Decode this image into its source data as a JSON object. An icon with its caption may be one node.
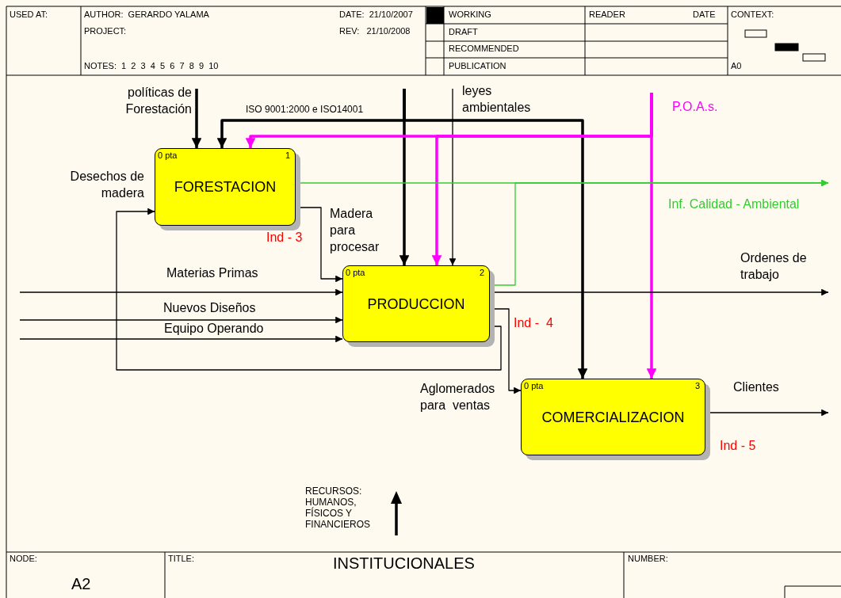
{
  "diagram": {
    "title": "INSTITUCIONALES",
    "nodes": [
      {
        "text": [
          "0 pta",
          "1",
          "FORESTACION"
        ],
        "beside": [
          "Ind - 3"
        ]
      },
      {
        "text": [
          "0 pta",
          "2",
          "PRODUCCION"
        ],
        "beside": [
          "Ind -  4"
        ]
      },
      {
        "text": [
          "0 pta",
          "3",
          "COMERCIALIZACION"
        ],
        "beside": [
          "Ind - 5"
        ]
      }
    ],
    "edges": [
      {
        "from": null,
        "to": 0,
        "arrow": "to",
        "label": "políticas de Forestación",
        "style": "thick"
      },
      {
        "from": null,
        "to": 0,
        "arrow": "to",
        "label": "ISO 9001:2000 e ISO14001",
        "style": "thick"
      },
      {
        "from": null,
        "to": 1,
        "arrow": "to",
        "style": "thick"
      },
      {
        "from": null,
        "to": 2,
        "arrow": "to",
        "style": "thick"
      },
      {
        "from": null,
        "to": 1,
        "arrow": "to",
        "label": "leyes ambientales"
      },
      {
        "from": null,
        "to": 2,
        "arrow": "to",
        "label": "P.O.A.s.",
        "style": "thick",
        "color": "#ff00ff"
      },
      {
        "from": null,
        "to": 0,
        "arrow": "to",
        "style": "thick",
        "color": "#ff00ff"
      },
      {
        "from": null,
        "to": 1,
        "arrow": "to",
        "style": "thick",
        "color": "#ff00ff"
      },
      {
        "from": 0,
        "to": null,
        "arrow": "to",
        "label": "Inf. Calidad - Ambiental",
        "color": "#33cc33"
      },
      {
        "from": 1,
        "to": null,
        "arrow": "to",
        "color": "#33cc33"
      },
      {
        "from": 0,
        "to": 1,
        "arrow": "to",
        "label": "Madera para procesar"
      },
      {
        "from": null,
        "to": 1,
        "arrow": "to",
        "label": "Materias Primas"
      },
      {
        "from": null,
        "to": 1,
        "arrow": "to",
        "label": "Nuevos Diseños"
      },
      {
        "from": null,
        "to": 1,
        "arrow": "to",
        "label": "Equipo Operando"
      },
      {
        "from": 1,
        "to": 0,
        "arrow": "to",
        "label": "Desechos de madera"
      },
      {
        "from": 1,
        "to": null,
        "arrow": "to",
        "label": "Ordenes de trabajo"
      },
      {
        "from": 1,
        "to": 2,
        "arrow": "to",
        "label": "Aglomerados para  ventas"
      },
      {
        "from": 2,
        "to": null,
        "arrow": "to",
        "label": "Clientes"
      }
    ],
    "labels": [
      "USED AT:",
      "AUTHOR:  GERARDO YALAMA",
      "PROJECT:",
      "NOTES:  1  2  3  4  5  6  7  8  9  10",
      "DATE:  21/10/2007",
      "REV:   21/10/2008",
      "WORKING",
      "DRAFT",
      "RECOMMENDED",
      "PUBLICATION",
      "READER",
      "DATE",
      "CONTEXT:",
      "A0",
      "RECURSOS: HUMANOS, FÍSICOS Y FINANCIEROS",
      "NODE:",
      "A2",
      "TITLE:",
      "NUMBER:"
    ]
  }
}
